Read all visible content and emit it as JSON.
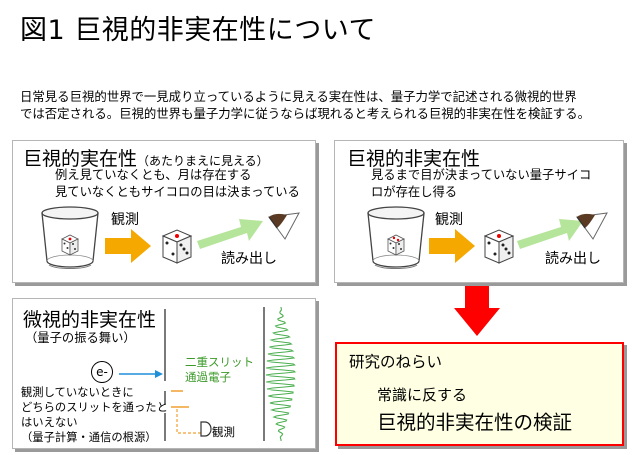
{
  "page_title": "図1 巨視的非実在性について",
  "intro": {
    "line1": "日常見る巨視的世界で一見成り立っているように見える実在性は、量子力学で記述される微視的世界",
    "line2": "では否定される。巨視的世界も量子力学に従うならば現れると考えられる巨視的非実在性を検証する。"
  },
  "macro_realism": {
    "title": "巨視的実在性",
    "subtitle": "（あたりまえに見える）",
    "text1": "例え見ていなくとも、月は存在する",
    "text2": "見ていなくともサイコロの目は決まっている",
    "observe_label": "観測",
    "readout_label": "読み出し"
  },
  "macro_nonrealism": {
    "title": "巨視的非実在性",
    "text1": "見るまで目が決まっていない量子サイコ",
    "text2": "ロが存在し得る",
    "observe_label": "観測",
    "readout_label": "読み出し"
  },
  "micro_nonrealism": {
    "title": "微視的非実在性",
    "subtitle": "（量子の振る舞い）",
    "electron_label": "e-",
    "slit_label1": "二重スリット",
    "slit_label2": "通過電子",
    "text1": "観測していないときに",
    "text2": "どちらのスリットを通ったと",
    "text3": "はいえない",
    "text4": "（量子計算・通信の根源）",
    "detector_label": "観測"
  },
  "research_aim": {
    "title": "研究のねらい",
    "line1": "常識に反する",
    "line2": "巨視的非実在性の検証"
  },
  "colors": {
    "arrow_orange": "#f5a800",
    "arrow_green": "#b5e59a",
    "arrow_red": "#ff0000",
    "slit_label_green": "#3c9a2a",
    "wave_green": "#4caf50",
    "beam_blue": "#1f8fd8",
    "detector_orange": "#f0a030",
    "aim_border": "#ff0000",
    "aim_background": "#ffffe3"
  }
}
